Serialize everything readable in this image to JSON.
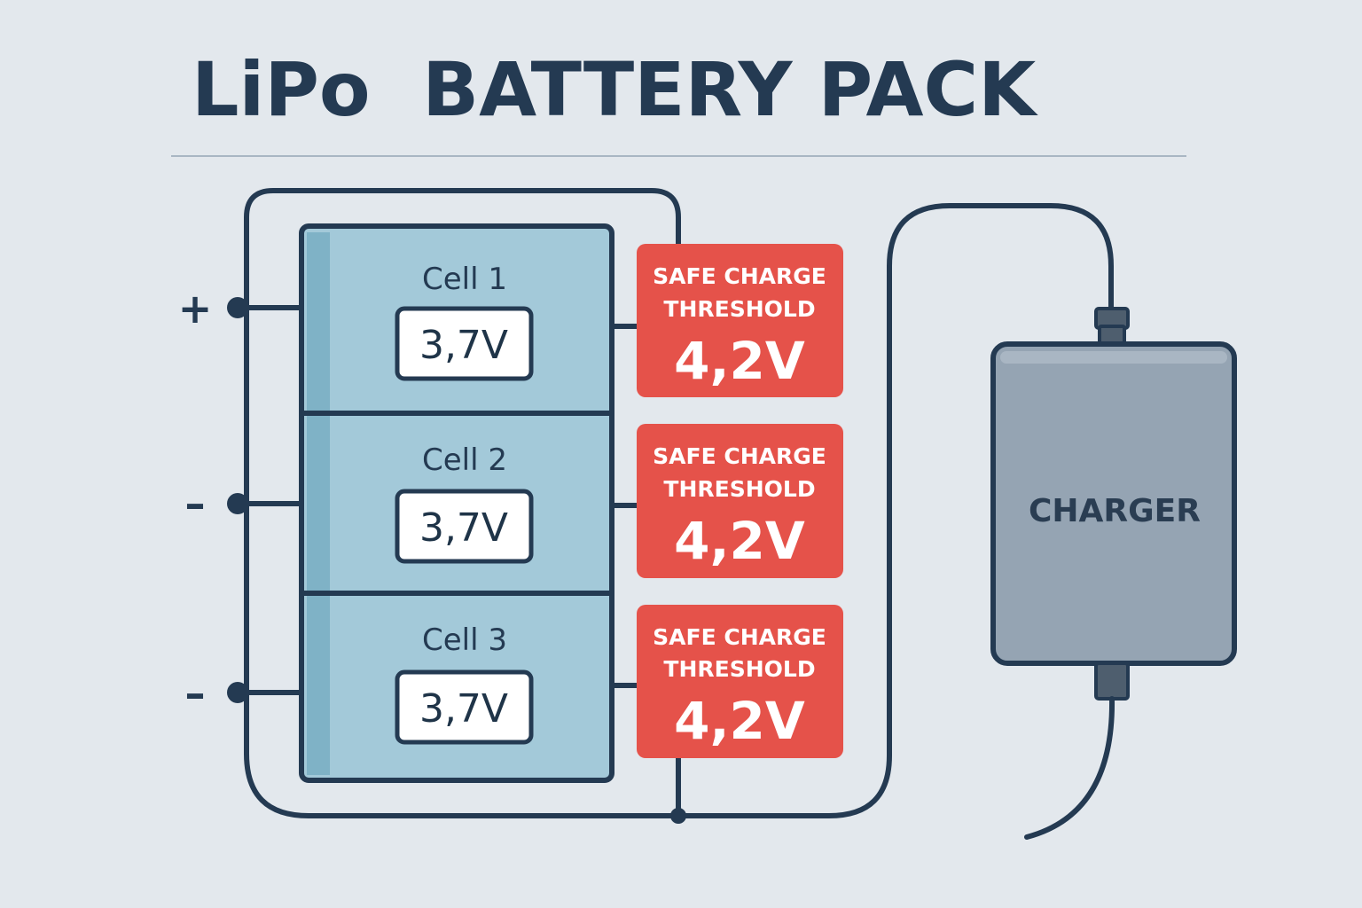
{
  "title": "LiPo  BATTERY PACK",
  "colors": {
    "background": "#e3e8ed",
    "ink": "#243a52",
    "cell_fill": "#a3c9d9",
    "cell_edge": "#7fb2c6",
    "warning": "#e5524a",
    "charger": "#95a4b3"
  },
  "terminals": [
    "+",
    "–",
    "–"
  ],
  "cells": [
    {
      "label": "Cell 1",
      "voltage": "3,7V"
    },
    {
      "label": "Cell 2",
      "voltage": "3,7V"
    },
    {
      "label": "Cell 3",
      "voltage": "3,7V"
    }
  ],
  "thresholds": [
    {
      "line1": "SAFE CHARGE",
      "line2": "THRESHOLD",
      "value": "4,2V"
    },
    {
      "line1": "SAFE CHARGE",
      "line2": "THRESHOLD",
      "value": "4,2V"
    },
    {
      "line1": "SAFE CHARGE",
      "line2": "THRESHOLD",
      "value": "4,2V"
    }
  ],
  "charger": {
    "label": "CHARGER"
  }
}
